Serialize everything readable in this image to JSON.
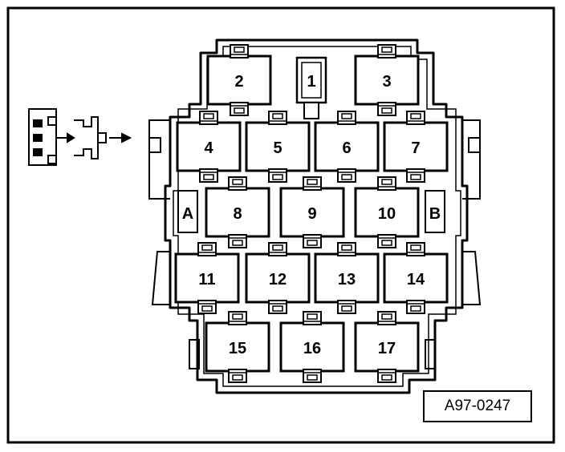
{
  "diagram": {
    "relay_slots": [
      "1",
      "2",
      "3",
      "4",
      "5",
      "6",
      "7",
      "8",
      "9",
      "10",
      "11",
      "12",
      "13",
      "14",
      "15",
      "16",
      "17"
    ],
    "side_slots": [
      "A",
      "B"
    ],
    "reference_code": "A97-0247"
  },
  "colors": {
    "line": "#000000",
    "paper": "#ffffff"
  }
}
